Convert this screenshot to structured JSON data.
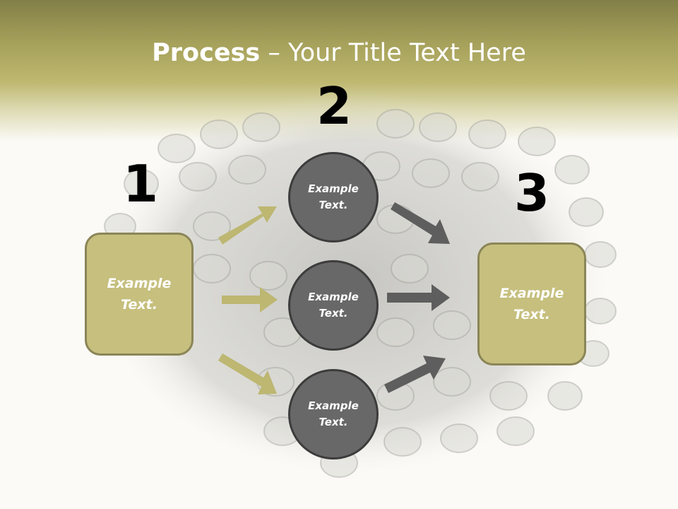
{
  "title": {
    "bold": "Process",
    "rest": " – Your Title Text Here"
  },
  "steps": {
    "one": "1",
    "two": "2",
    "three": "3"
  },
  "left_box": {
    "line1": "Example",
    "line2": "Text."
  },
  "right_box": {
    "line1": "Example",
    "line2": "Text."
  },
  "circles": [
    {
      "line1": "Example",
      "line2": "Text."
    },
    {
      "line1": "Example",
      "line2": "Text."
    },
    {
      "line1": "Example",
      "line2": "Text."
    }
  ],
  "colors": {
    "header": "#a5a05a",
    "box_fill": "#c6bf7e",
    "circle_fill": "#686868",
    "arrow_left": "#bdb772",
    "arrow_right": "#5e5e5e"
  }
}
